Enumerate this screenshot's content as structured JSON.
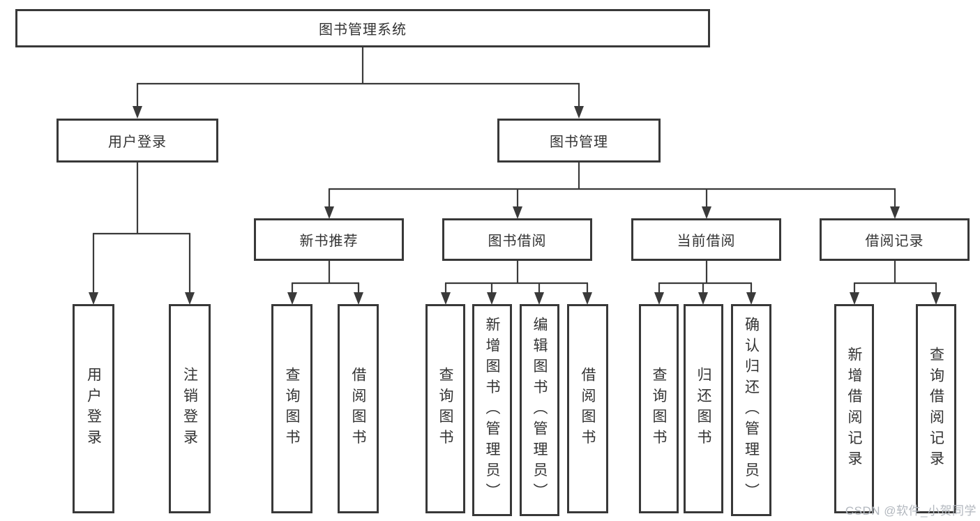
{
  "tree": {
    "root": "图书管理系统",
    "branches": [
      {
        "label": "用户登录",
        "children": [
          "用户登录",
          "注销登录"
        ]
      },
      {
        "label": "图书管理",
        "children": [
          {
            "label": "新书推荐",
            "children": [
              "查询图书",
              "借阅图书"
            ]
          },
          {
            "label": "图书借阅",
            "children": [
              "查询图书",
              "新增图书（管理员）",
              "编辑图书（管理员）",
              "借阅图书"
            ]
          },
          {
            "label": "当前借阅",
            "children": [
              "查询图书",
              "归还图书",
              "确认归还（管理员）"
            ]
          },
          {
            "label": "借阅记录",
            "children": [
              "新增借阅记录",
              "查询借阅记录"
            ]
          }
        ]
      }
    ]
  },
  "watermark": "CSDN @软件_小贺同学",
  "colors": {
    "line": "#3a3a3a",
    "border": "#383838",
    "text": "#333333",
    "watermark": "#b3b8bf",
    "background": "#ffffff"
  }
}
